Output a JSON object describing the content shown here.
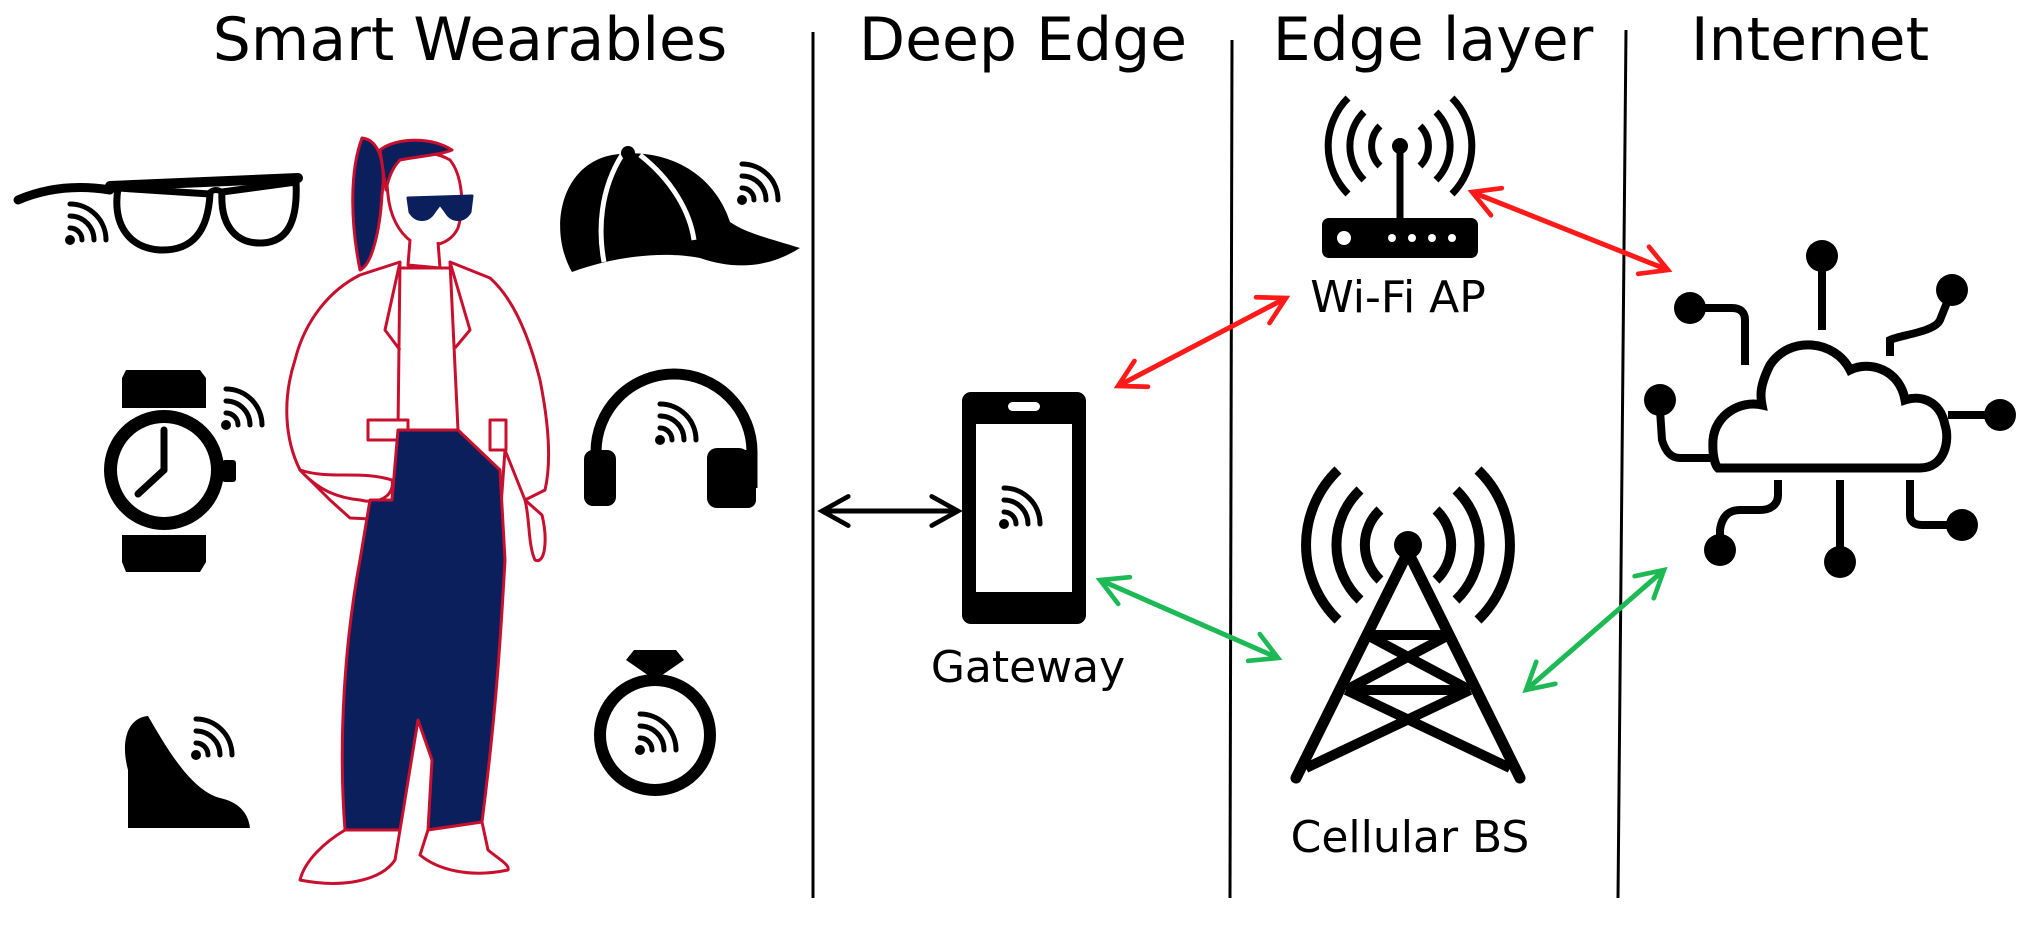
{
  "sections": {
    "wearables": "Smart Wearables",
    "deep_edge": "Deep Edge",
    "edge_layer": "Edge layer",
    "internet": "Internet"
  },
  "nodes": {
    "gateway": "Gateway",
    "wifi_ap": "Wi-Fi AP",
    "cellular_bs": "Cellular BS"
  },
  "wearable_icons": [
    "glasses-icon",
    "cap-icon",
    "smartwatch-icon",
    "headphones-icon",
    "high-heel-shoe-icon",
    "smart-ring-icon"
  ],
  "colors": {
    "person_outline": "#C8102E",
    "person_fill": "#0B1F5C",
    "arrow_wifi": "#FF1A1A",
    "arrow_cellular": "#1DB954",
    "arrow_local": "#000000"
  }
}
